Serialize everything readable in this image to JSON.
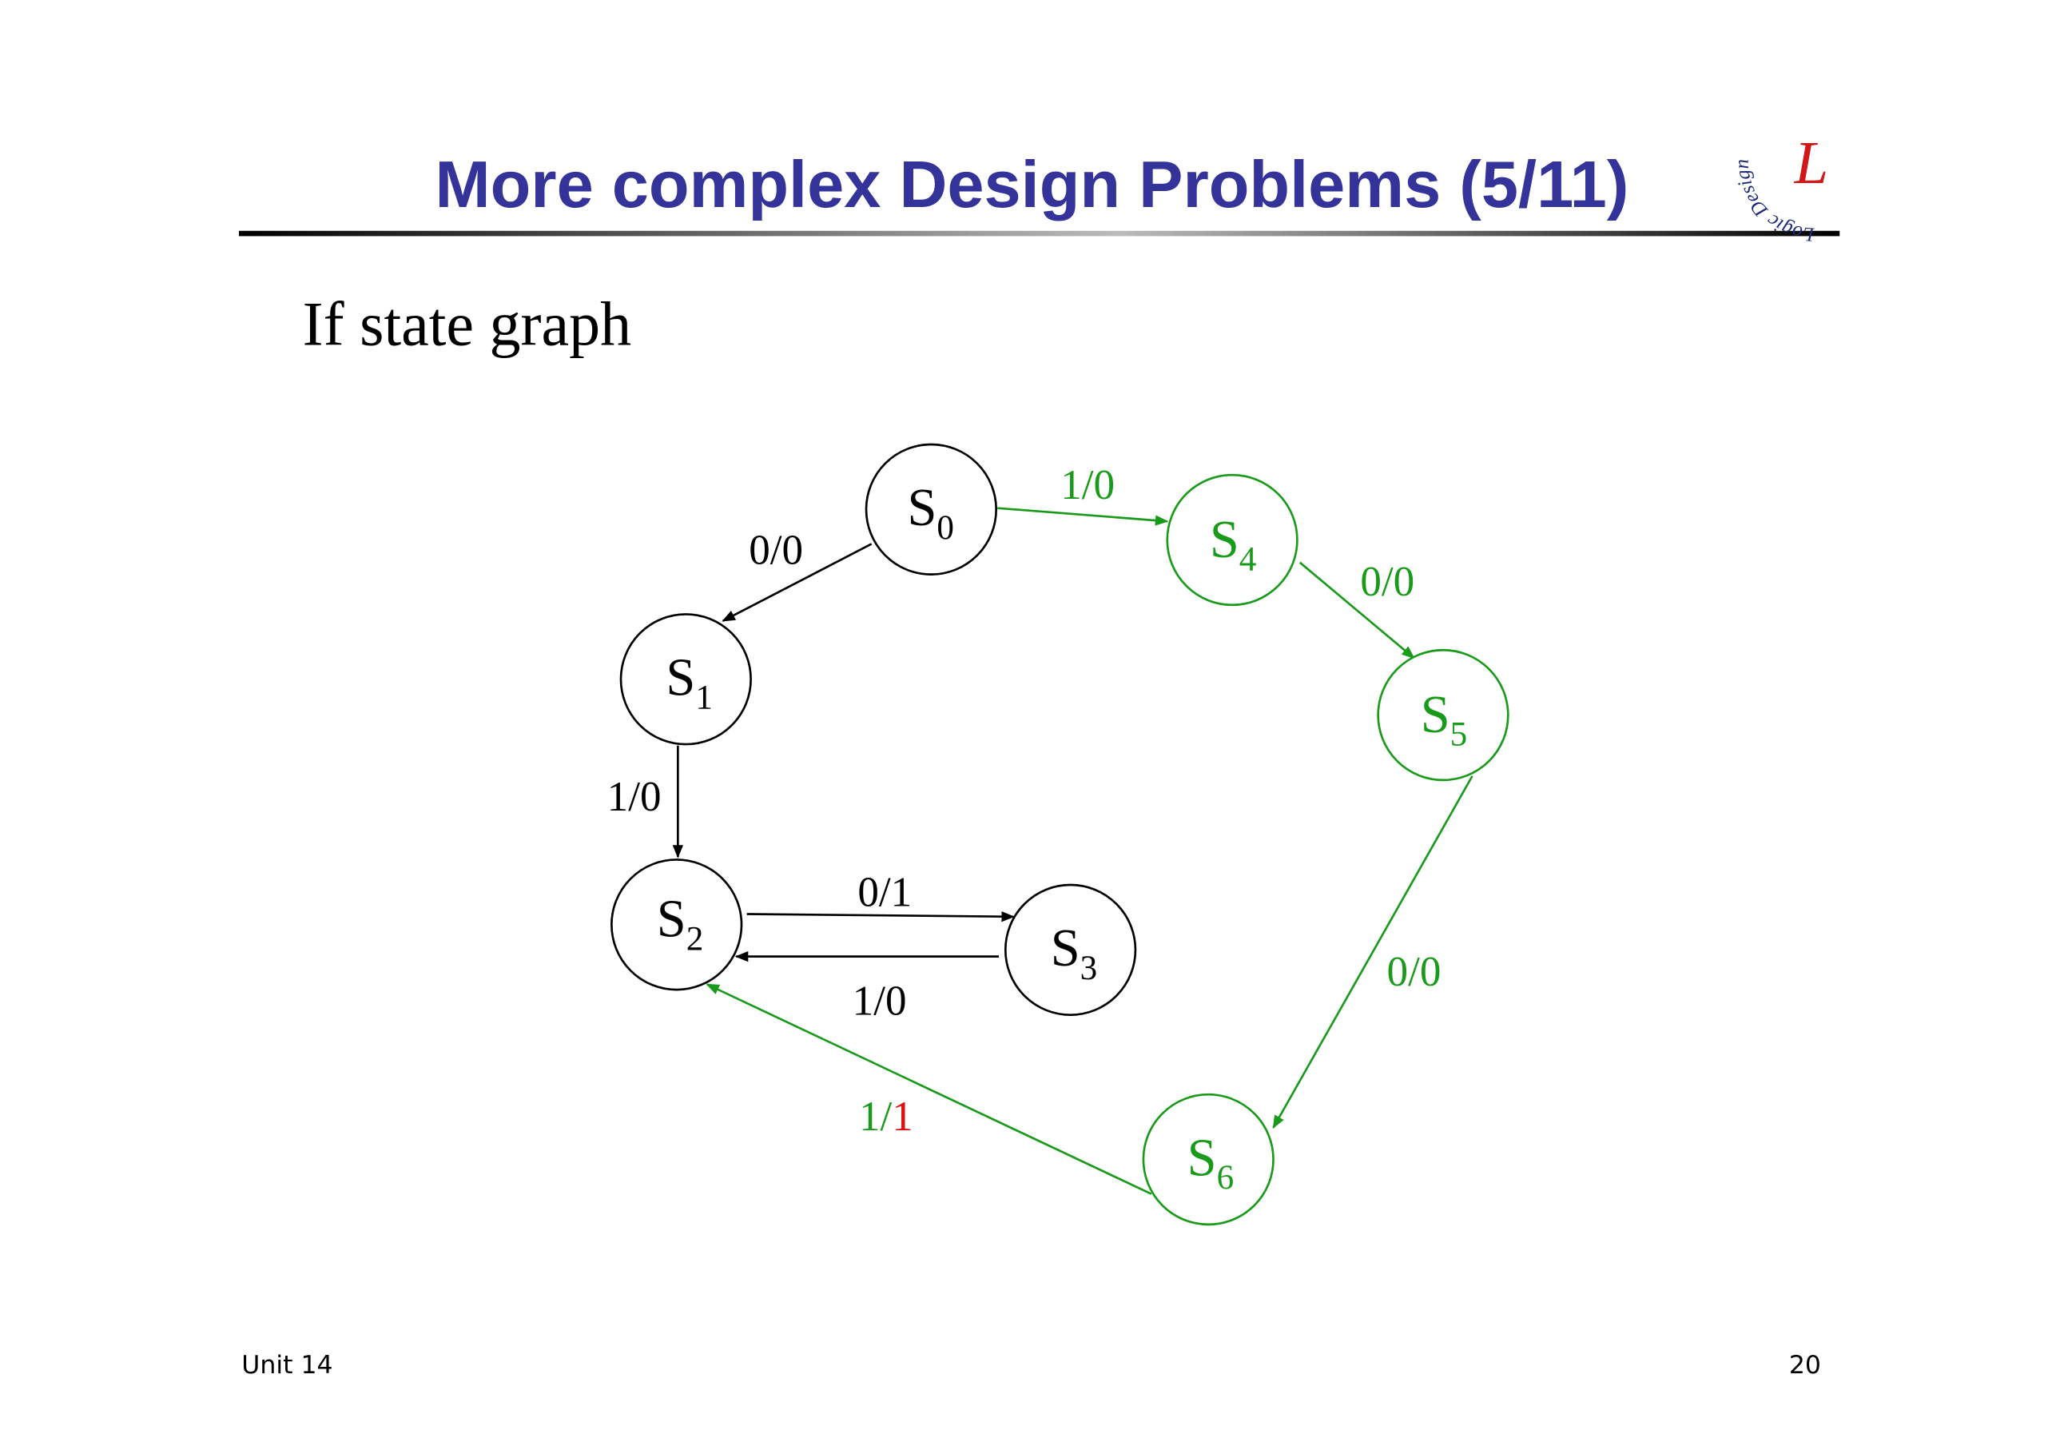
{
  "slide": {
    "title": "More complex Design Problems (5/11)",
    "subtitle": "If state graph",
    "footer_left": "Unit 14",
    "page_number": "20",
    "logo_text": "Logic Design"
  },
  "colors": {
    "title": "#333399",
    "green": "#1a9a1a",
    "red": "#e01010",
    "black": "#000000"
  },
  "diagram": {
    "states": [
      {
        "letter": "S",
        "sub": "0"
      },
      {
        "letter": "S",
        "sub": "1"
      },
      {
        "letter": "S",
        "sub": "2"
      },
      {
        "letter": "S",
        "sub": "3"
      },
      {
        "letter": "S",
        "sub": "4"
      },
      {
        "letter": "S",
        "sub": "5"
      },
      {
        "letter": "S",
        "sub": "6"
      }
    ],
    "edges": [
      {
        "from": "S0",
        "to": "S1",
        "label": "0/0"
      },
      {
        "from": "S0",
        "to": "S4",
        "label": "1/0"
      },
      {
        "from": "S4",
        "to": "S5",
        "label": "0/0"
      },
      {
        "from": "S1",
        "to": "S2",
        "label": "1/0"
      },
      {
        "from": "S2",
        "to": "S3",
        "label": "0/1"
      },
      {
        "from": "S3",
        "to": "S2",
        "label": "1/0"
      },
      {
        "from": "S5",
        "to": "S6",
        "label": "0/0"
      },
      {
        "from": "S6",
        "to": "S2",
        "label_input": "1/",
        "label_output": "1"
      }
    ]
  }
}
